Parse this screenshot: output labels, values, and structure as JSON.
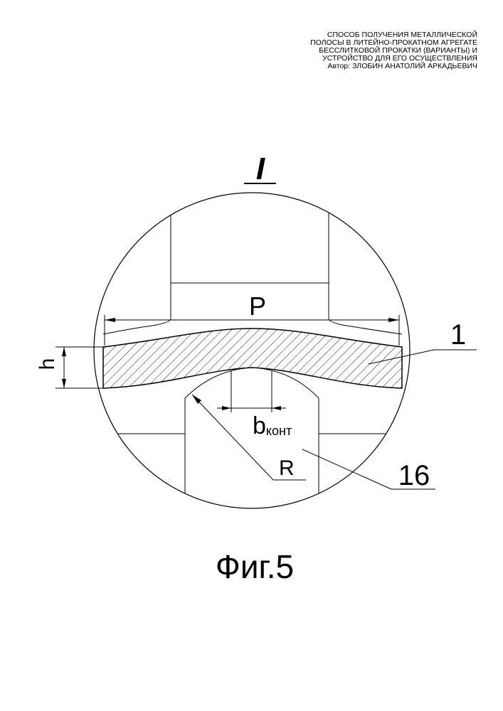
{
  "header": {
    "lines": [
      "СПОСОБ ПОЛУЧЕНИЯ МЕТАЛЛИЧЕСКОЙ",
      "ПОЛОСЫ В ЛИТЕЙНО-ПРОКАТНОМ АГРЕГАТЕ",
      "БЕССЛИТКОВОЙ ПРОКАТКИ (ВАРИАНТЫ) И",
      "УСТРОЙСТВО ДЛЯ ЕГО ОСУЩЕСТВЛЕНИЯ",
      "Автор: ЗЛОБИН АНАТОЛИЙ АРКАДЬЕВИЧ"
    ]
  },
  "detail": {
    "view_label": "I",
    "dimension_p": "P",
    "dimension_h": "h",
    "dimension_b": "b",
    "dimension_b_sub": "конт",
    "radius_label": "R",
    "part_1": "1",
    "part_16": "16"
  },
  "caption": "Фиг.5"
}
